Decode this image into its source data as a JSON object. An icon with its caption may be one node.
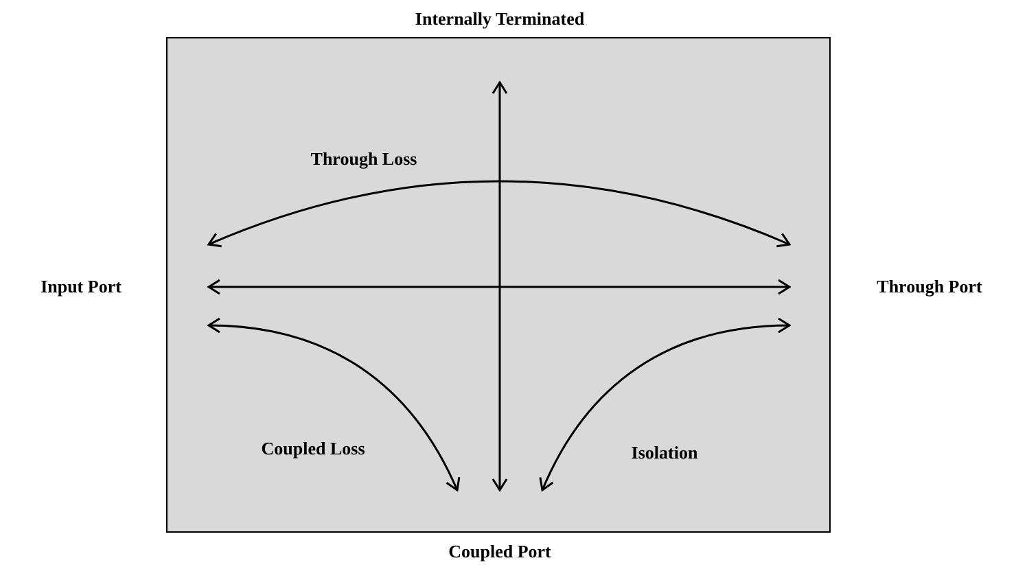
{
  "diagram": {
    "nodes": [
      {
        "text": [
          "Internally Terminated"
        ]
      },
      {
        "text": [],
        "shape": "box"
      },
      {
        "text": [
          "Input Port"
        ]
      },
      {
        "text": [
          "Through Port"
        ]
      },
      {
        "text": [
          "Coupled Port"
        ]
      }
    ],
    "labels": [
      "Through Loss",
      "Coupled Loss",
      "Isolation"
    ]
  }
}
